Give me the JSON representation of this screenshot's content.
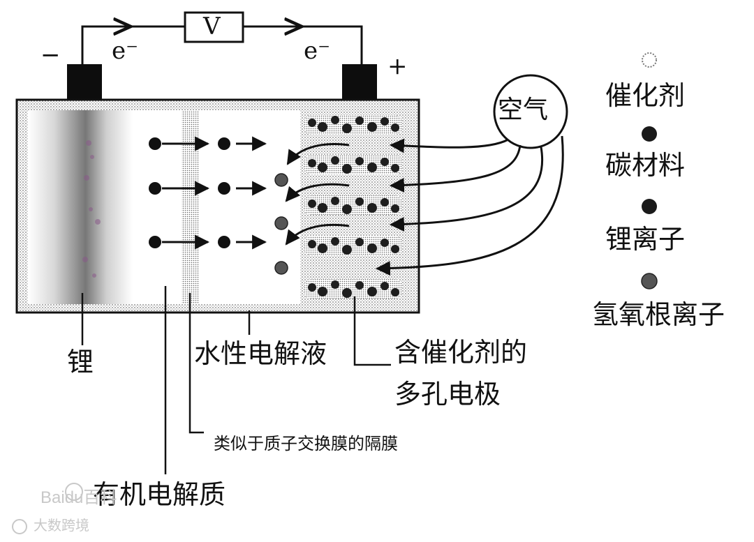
{
  "circuit": {
    "voltmeter": "V",
    "electron_left": "e⁻",
    "electron_right": "e⁻",
    "minus": "−",
    "plus": "+"
  },
  "air_label": "空气",
  "legend": [
    {
      "label": "催化剂",
      "marker": "hollow-dotted",
      "color": "#ffffff"
    },
    {
      "label": "碳材料",
      "marker": "filled",
      "color": "#1a1a1a"
    },
    {
      "label": "锂离子",
      "marker": "filled",
      "color": "#1a1a1a"
    },
    {
      "label": "氢氧根离子",
      "marker": "dotted",
      "color": "#555555"
    }
  ],
  "callouts": {
    "lithium": "锂",
    "aqueous_electrolyte": "水性电解液",
    "porous_electrode_line1": "含催化剂的",
    "porous_electrode_line2": "多孔电极",
    "separator": "类似于质子交换膜的隔膜",
    "organic_electrolyte": "有机电解质"
  },
  "watermark": {
    "brand": "Baidu百科",
    "source": "大数跨境"
  }
}
